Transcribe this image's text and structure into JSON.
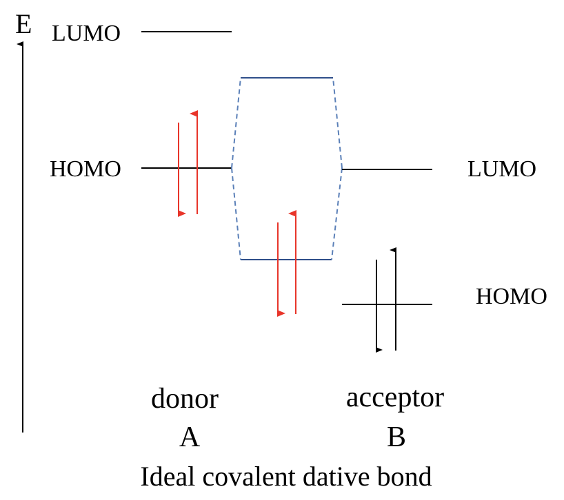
{
  "axis": {
    "label": "E"
  },
  "donor": {
    "lumo_label": "LUMO",
    "homo_label": "HOMO",
    "name": "donor",
    "letter": "A"
  },
  "acceptor": {
    "lumo_label": "LUMO",
    "homo_label": "HOMO",
    "name": "acceptor",
    "letter": "B"
  },
  "caption": "Ideal covalent dative bond",
  "colors": {
    "level": "#000000",
    "bond_level": "#2f4f8a",
    "dash": "#5b80b8",
    "electron_red": "#e8352a",
    "electron_black": "#000000"
  }
}
